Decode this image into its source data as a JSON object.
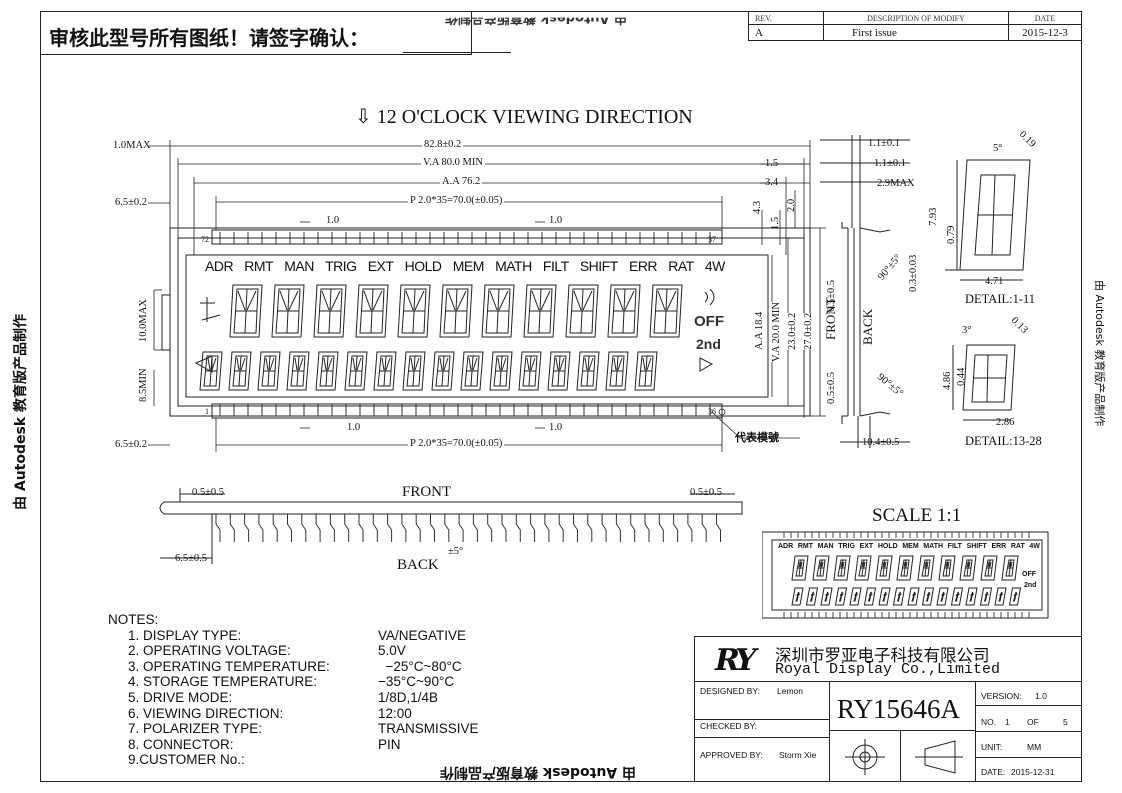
{
  "approval": {
    "text": "审核此型号所有图纸！请签字确认："
  },
  "revision": {
    "headers": [
      "REV.",
      "DESCRIPTION OF MODIFY",
      "DATE"
    ],
    "rows": [
      {
        "rev": "A",
        "desc": "First issue",
        "date": "2015-12-3"
      }
    ]
  },
  "watermark": {
    "text": "由 Autodesk 教育版产品制作"
  },
  "viewing": {
    "title": "12 O'CLOCK VIEWING DIRECTION"
  },
  "dims": {
    "overall_w": "82.8±0.2",
    "va_w": "V.A 80.0  MIN",
    "aa_w": "A.A 76.2",
    "pitch": "P 2.0*35=70.0(±0.05)",
    "one_max": "1.0MAX",
    "six5": "6.5±0.2",
    "ten_max": "10.0MAX",
    "eight5": "8.5MIN",
    "one0": "1.0",
    "r15": "1.5",
    "r34": "3.4",
    "r43": "4.3",
    "r20": "2.0",
    "aa184": "A.A 18.4",
    "va20": "V.A 20.0  MIN",
    "h230": "23.0±0.2",
    "h270": "27.0±0.2",
    "s11a": "1.1±0.1",
    "s11b": "1.1±0.1",
    "s29": "2.9MAX",
    "front": "FRONT",
    "back": "BACK",
    "s05a": "0.5±0.5",
    "s05b": "0.5±0.5",
    "s104": "10.4±0.5",
    "ang90a": "90°±5°",
    "ang90b": "90°±5°",
    "s03": "0.3±0.03",
    "d5deg": "5°",
    "d019": "0.19",
    "d793": "7.93",
    "d079": "0.79",
    "d471": "4.71",
    "detail1": "DETAIL:1-11",
    "d3deg": "3°",
    "d013": "0.13",
    "d486": "4.86",
    "d044": "0.44",
    "d286": "2.86",
    "detail2": "DETAIL:13-28",
    "pin1": "1",
    "pin36": "36",
    "pin72": "72",
    "pin37": "37",
    "mark": "代表模號"
  },
  "lcd": {
    "annunciators": [
      "ADR",
      "RMT",
      "MAN",
      "TRIG",
      "EXT",
      "HOLD",
      "MEM",
      "MATH",
      "FILT",
      "SHIFT",
      "ERR",
      "RAT",
      "4W"
    ],
    "off": "OFF",
    "second": "2nd"
  },
  "side": {
    "front": "FRONT",
    "back": "BACK",
    "s05l": "0.5±0.5",
    "s05r": "0.5±0.5",
    "s65": "6.5±0.5",
    "ang": "±5°"
  },
  "scale": {
    "text": "SCALE 1:1"
  },
  "notes": {
    "title": "NOTES:",
    "items": [
      {
        "k": "1. DISPLAY TYPE:",
        "v": "VA/NEGATIVE"
      },
      {
        "k": "2. OPERATING VOLTAGE:",
        "v": "5.0V"
      },
      {
        "k": "3. OPERATING TEMPERATURE:",
        "v": "  −25°C~80°C"
      },
      {
        "k": "4. STORAGE TEMPERATURE:",
        "v": "−35°C~90°C"
      },
      {
        "k": "5. DRIVE MODE:",
        "v": "1/8D,1/4B"
      },
      {
        "k": "6. VIEWING DIRECTION:",
        "v": "12:00"
      },
      {
        "k": "7. POLARIZER TYPE:",
        "v": "TRANSMISSIVE"
      },
      {
        "k": "8. CONNECTOR:",
        "v": "PIN"
      },
      {
        "k": "9.CUSTOMER No.:",
        "v": ""
      }
    ]
  },
  "titleblock": {
    "company_cn": "深圳市罗亚电子科技有限公司",
    "company_en": "Royal Display Co.,Limited",
    "designed_label": "DESIGNED BY:",
    "designed_name": "Lemon",
    "checked_label": "CHECKED BY:",
    "approved_label": "APPROVED BY:",
    "approved_name": "Storm Xie",
    "part_no": "RY15646A",
    "version_label": "VERSION:",
    "version": "1.0",
    "no_label": "NO.",
    "no": "1",
    "of_label": "OF",
    "of": "5",
    "unit_label": "UNIT:",
    "unit": "MM",
    "date_label": "DATE:",
    "date": "2015-12-31"
  }
}
